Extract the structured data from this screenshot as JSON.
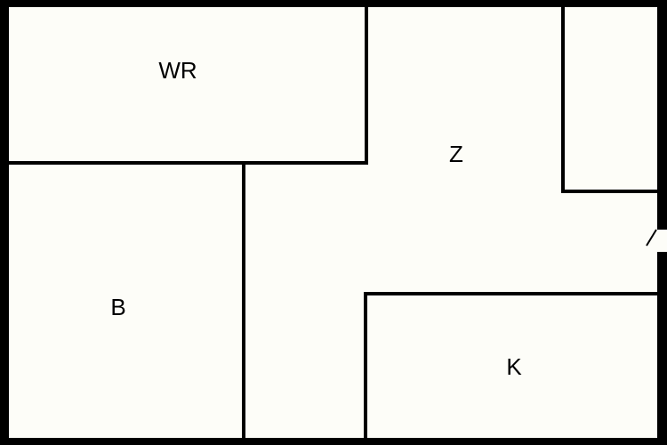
{
  "rooms": [
    {
      "id": "wr",
      "label": "WR"
    },
    {
      "id": "z",
      "label": "Z"
    },
    {
      "id": "b",
      "label": "B"
    },
    {
      "id": "k",
      "label": "K"
    }
  ],
  "colors": {
    "wall": "#000000",
    "floor": "#fdfdf8"
  }
}
